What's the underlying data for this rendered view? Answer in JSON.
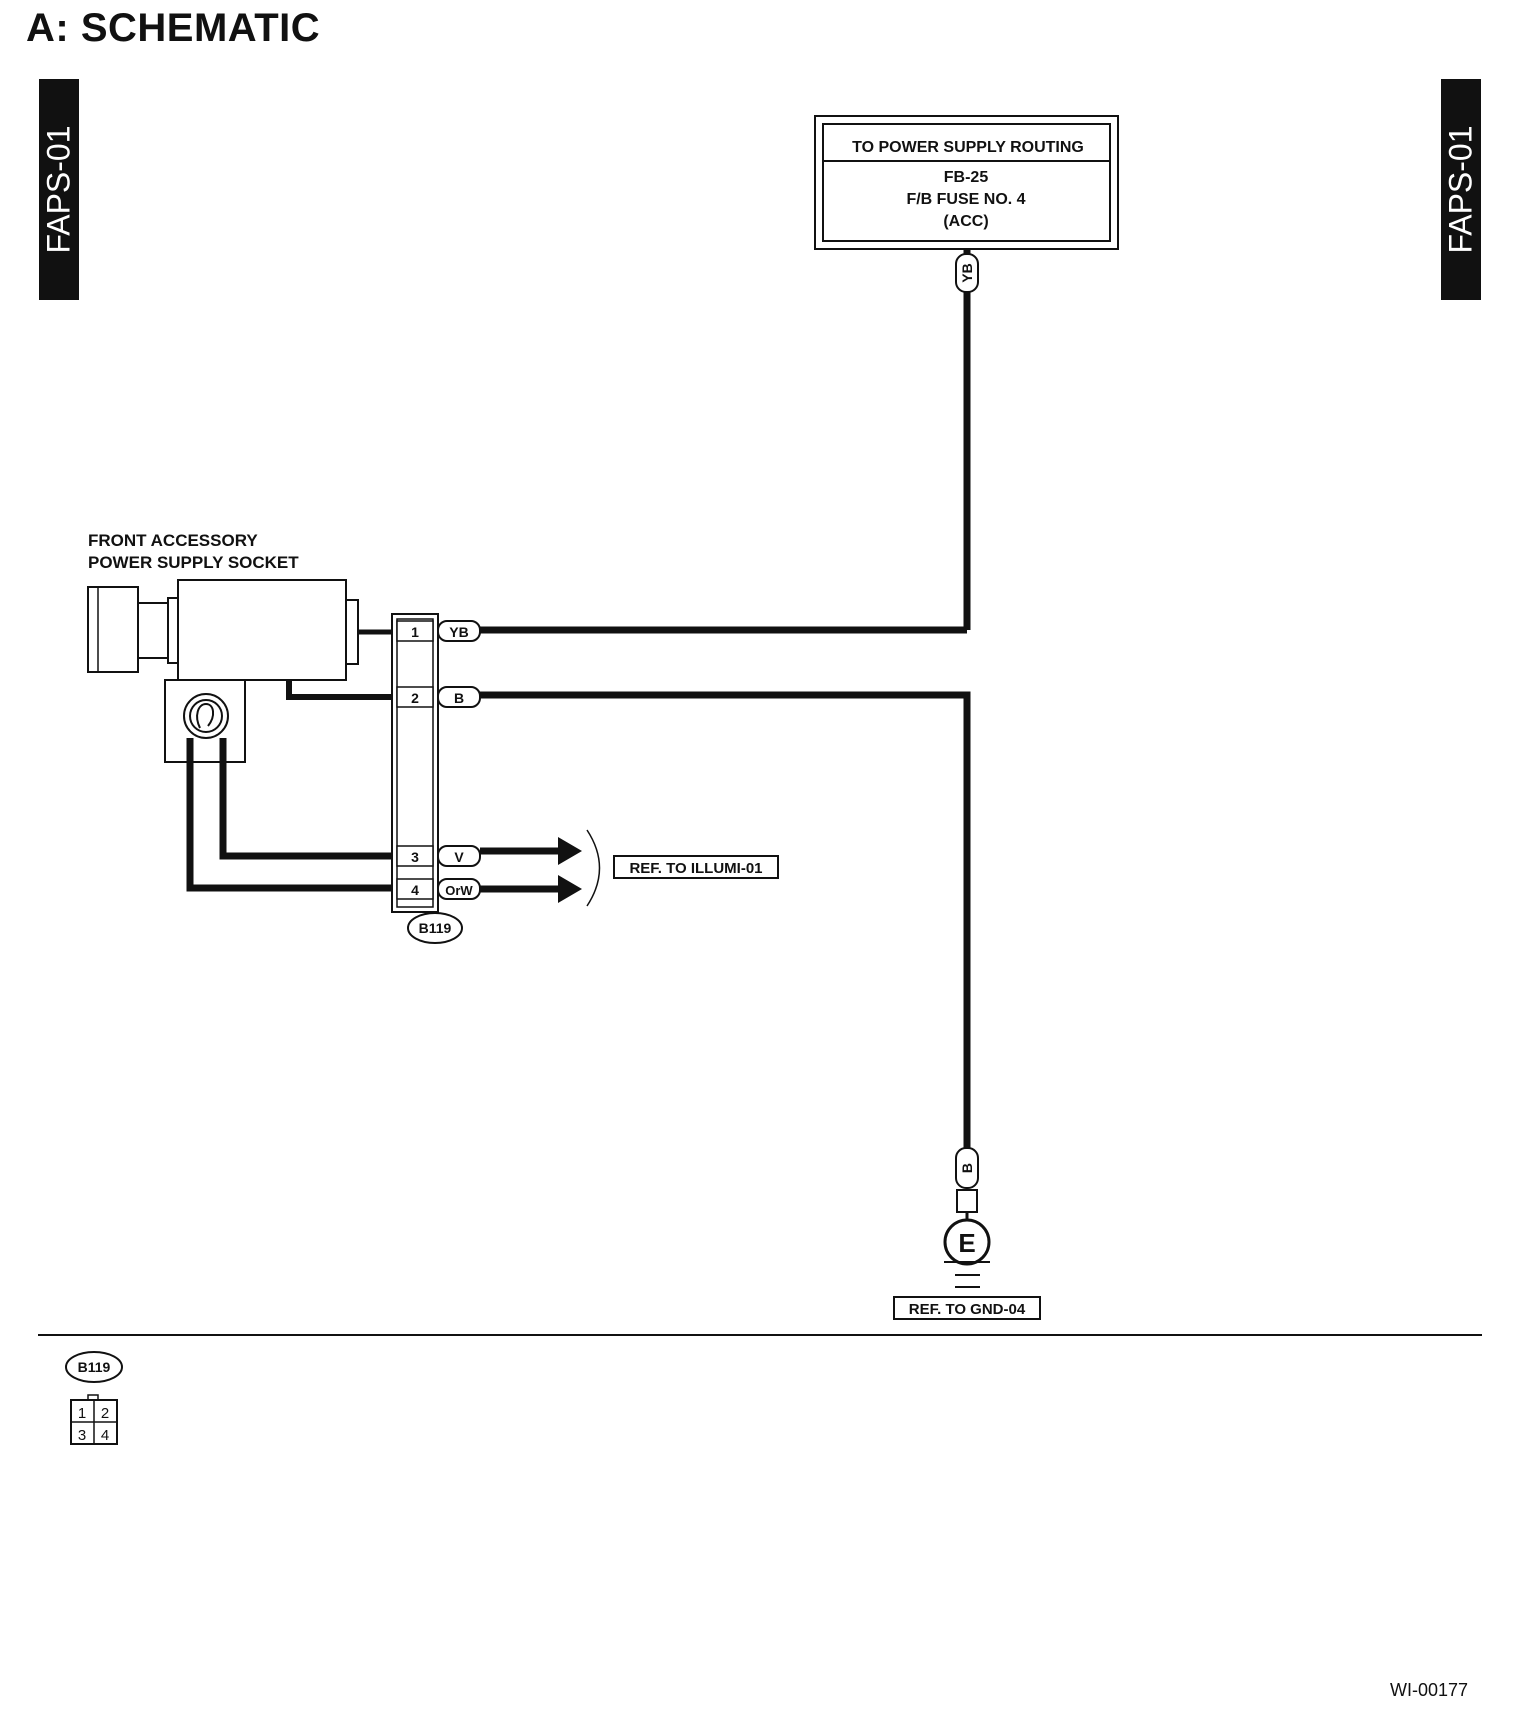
{
  "page": {
    "title": "A:  SCHEMATIC",
    "code_left": "FAPS-01",
    "code_right": "FAPS-01",
    "doc_id": "WI-00177"
  },
  "power_box": {
    "title": "TO POWER SUPPLY ROUTING",
    "line1": "FB-25",
    "line2": "F/B FUSE NO. 4",
    "line3": "(ACC)"
  },
  "component": {
    "line1": "FRONT ACCESSORY",
    "line2": "POWER SUPPLY SOCKET"
  },
  "connector": {
    "id": "B119",
    "pins": [
      {
        "num": "1",
        "wire": "YB"
      },
      {
        "num": "2",
        "wire": "B"
      },
      {
        "num": "3",
        "wire": "V"
      },
      {
        "num": "4",
        "wire": "OrW"
      }
    ]
  },
  "wires": {
    "top_wire": "YB",
    "ground_wire": "B"
  },
  "references": {
    "illumi": "REF. TO ILLUMI-01",
    "ground": "REF. TO GND-04"
  },
  "ground_label": "E",
  "legend": {
    "connector_id": "B119",
    "pins": [
      "1",
      "2",
      "3",
      "4"
    ]
  }
}
